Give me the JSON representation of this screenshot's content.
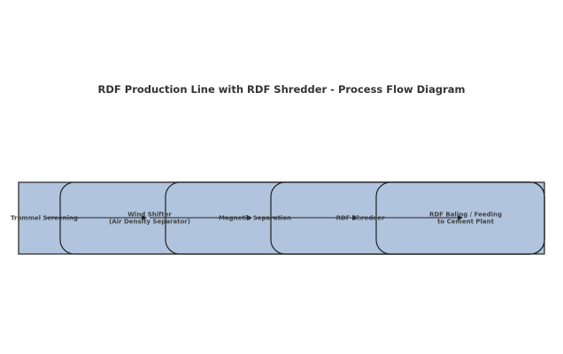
{
  "diagram": {
    "title": "RDF Production Line with RDF Shredder - Process Flow Diagram",
    "box_fill": "#b0c4de",
    "box_stroke": "#222222",
    "steps": [
      {
        "label": [
          "Trommel Screening"
        ]
      },
      {
        "label": [
          "Wind Shifter",
          "(Air Density Separator)"
        ]
      },
      {
        "label": [
          "Magnetic Separation"
        ]
      },
      {
        "label": [
          "RDF Shredder"
        ]
      },
      {
        "label": [
          "RDF Baling / Feeding",
          "to Cement Plant"
        ]
      }
    ]
  }
}
